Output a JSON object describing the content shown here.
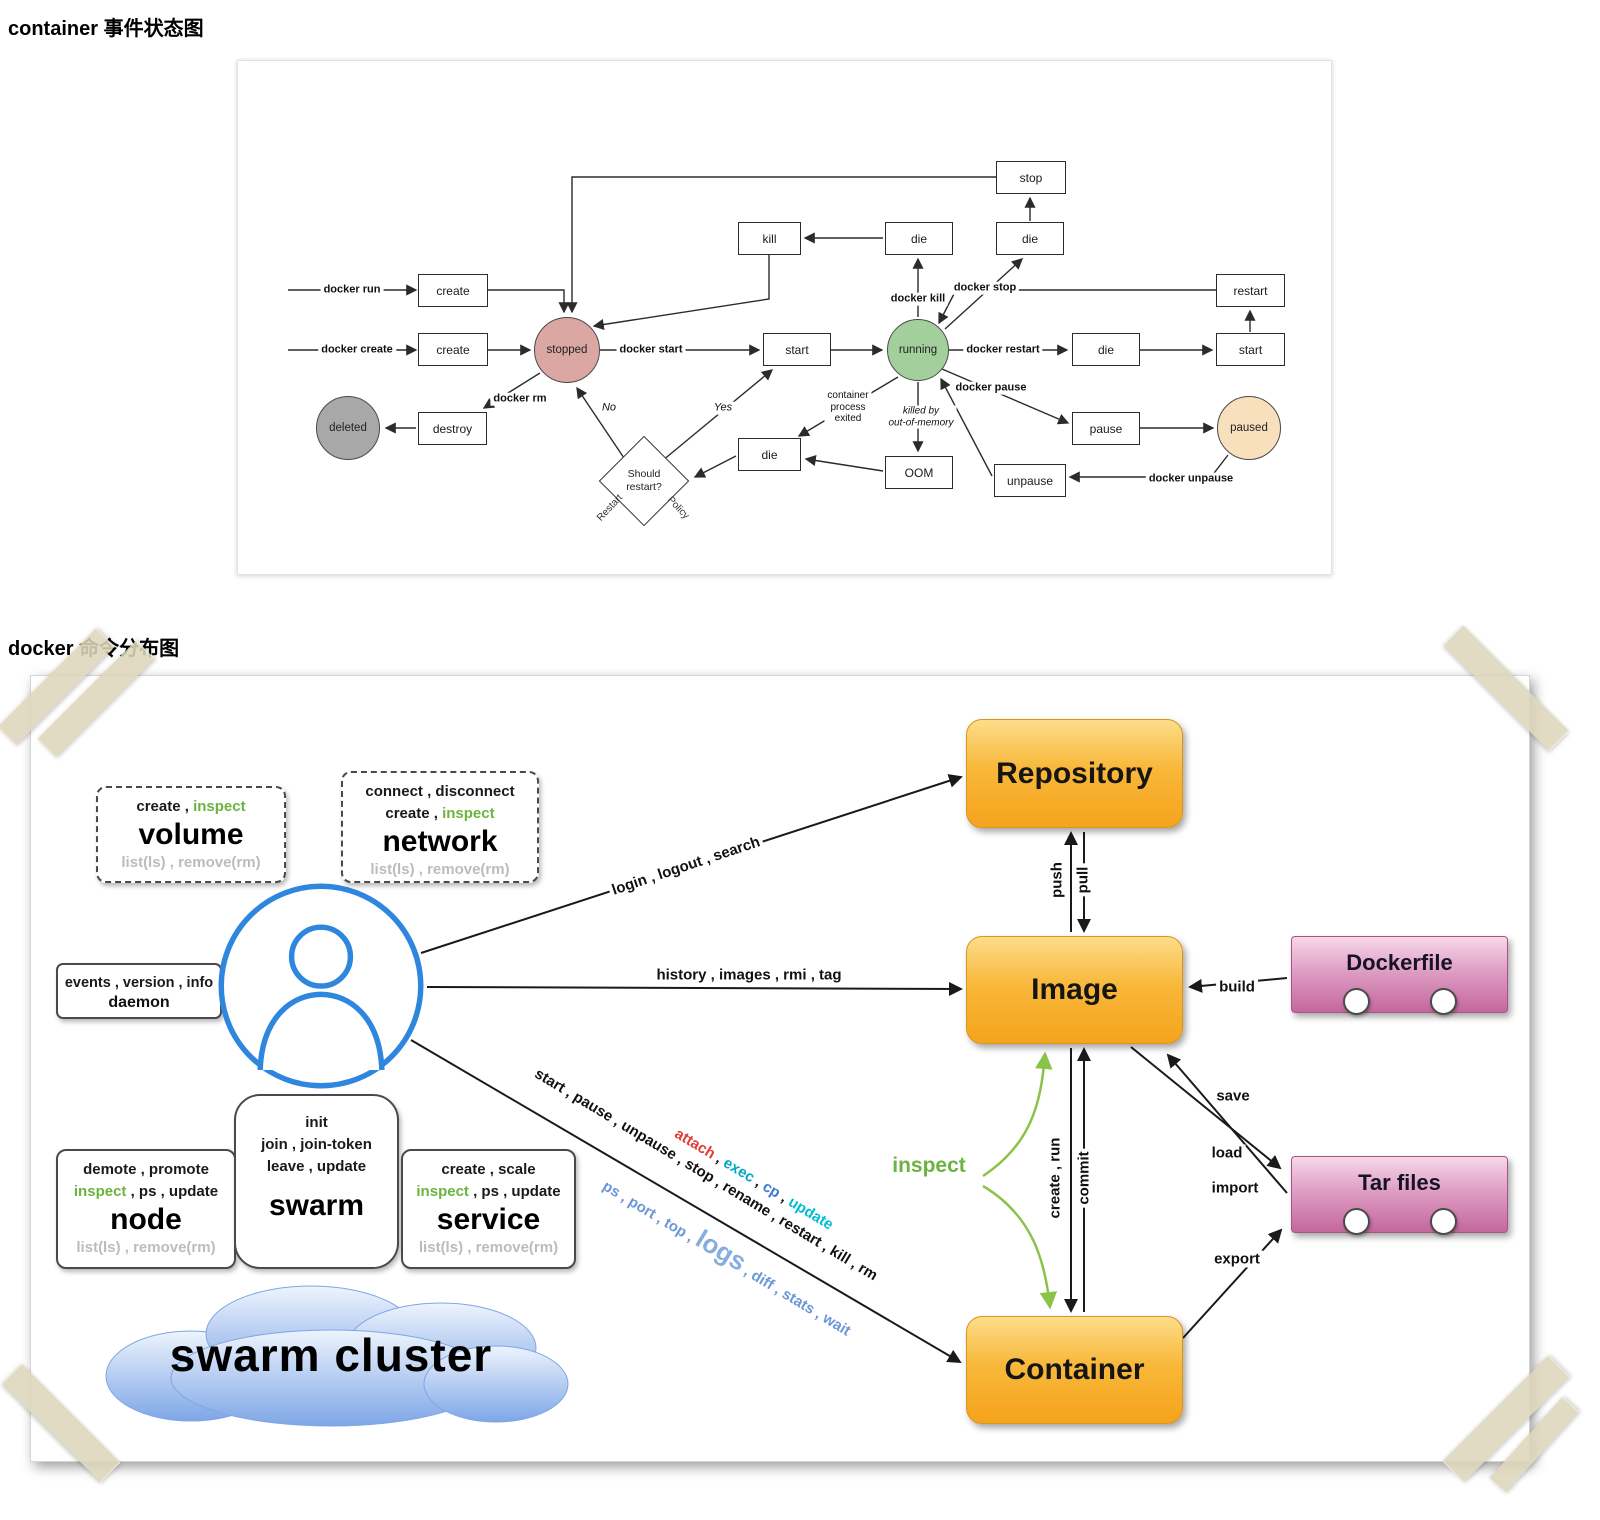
{
  "titles": {
    "state": "container 事件状态图",
    "commands": "docker 命令分布图"
  },
  "state_diagram": {
    "boxes": {
      "stop": "stop",
      "kill": "kill",
      "die_top": "die",
      "die_top_right": "die",
      "create_run": "create",
      "restart": "restart",
      "create_create": "create",
      "start_mid": "start",
      "die_right": "die",
      "start_right": "start",
      "destroy": "destroy",
      "pause": "pause",
      "die_bottom": "die",
      "oom": "OOM",
      "unpause": "unpause"
    },
    "circles": {
      "stopped": "stopped",
      "running": "running",
      "deleted": "deleted",
      "paused": "paused"
    },
    "diamond": {
      "l1": "Should",
      "l2": "restart?"
    },
    "labels": {
      "docker_run": "docker run",
      "docker_create": "docker create",
      "docker_start": "docker start",
      "docker_kill": "docker kill",
      "docker_stop": "docker stop",
      "docker_restart": "docker restart",
      "docker_pause": "docker pause",
      "docker_unpause": "docker unpause",
      "docker_rm": "docker rm",
      "no": "No",
      "yes": "Yes",
      "pe1": "container",
      "pe2": "process",
      "pe3": "exited",
      "killed_by": "killed by",
      "oom_cause": "out-of-memory",
      "restart_word": "Restart",
      "policy_word": "Policy"
    },
    "colors": {
      "stopped": "#dba7a2",
      "running": "#a3cf9d",
      "deleted": "#a8a8a8",
      "paused": "#f8e0bc"
    }
  },
  "command_diagram": {
    "volume": {
      "l1a": "create , ",
      "l1b": "inspect",
      "name": "volume",
      "gray": "list(ls) , remove(rm)"
    },
    "network": {
      "l1": "connect , disconnect",
      "l2a": "create , ",
      "l2b": "inspect",
      "name": "network",
      "gray": "list(ls) , remove(rm)"
    },
    "daemon": {
      "l1": "events , version , info",
      "name": "daemon"
    },
    "node": {
      "l1": "demote , promote",
      "l2a": "inspect",
      "l2b": " , ps , update",
      "name": "node",
      "gray": "list(ls) , remove(rm)"
    },
    "swarm": {
      "l1": "init",
      "l2": "join , join-token",
      "l3": "leave , update",
      "name": "swarm"
    },
    "service": {
      "l1": "create , scale",
      "l2a": "inspect",
      "l2b": " , ps , update",
      "name": "service",
      "gray": "list(ls) , remove(rm)"
    },
    "cloud": "swarm cluster",
    "entities": {
      "repository": "Repository",
      "image": "Image",
      "container": "Container",
      "dockerfile": "Dockerfile",
      "tarfiles": "Tar files"
    },
    "edges": {
      "login": "login , logout , search",
      "history": "history , images , rmi , tag",
      "push": "push",
      "pull": "pull",
      "create_run": "create , run",
      "commit": "commit",
      "build": "build",
      "save": "save",
      "load": "load",
      "import": "import",
      "export": "export",
      "inspect": "inspect",
      "mgmt": "start , pause , unpause , stop , rename , restart , kill , rm",
      "ps_a": "ps , port , top , ",
      "ps_logs": "logs",
      "ps_b": " , diff , stats , wait",
      "attach": "attach",
      "exec": "exec",
      "cp": "cp",
      "update": "update",
      "sep": " , "
    },
    "colors": {
      "entity_orange": "#f5a31c",
      "entity_pink": "#c4679e",
      "accent_green": "#6cb33f",
      "cmd_blue": "#6b97d8",
      "cmd_red": "#e03c31",
      "cmd_teal": "#00a7c4",
      "gray_text": "#bcbcbc",
      "user_blue": "#2E86DE"
    }
  }
}
